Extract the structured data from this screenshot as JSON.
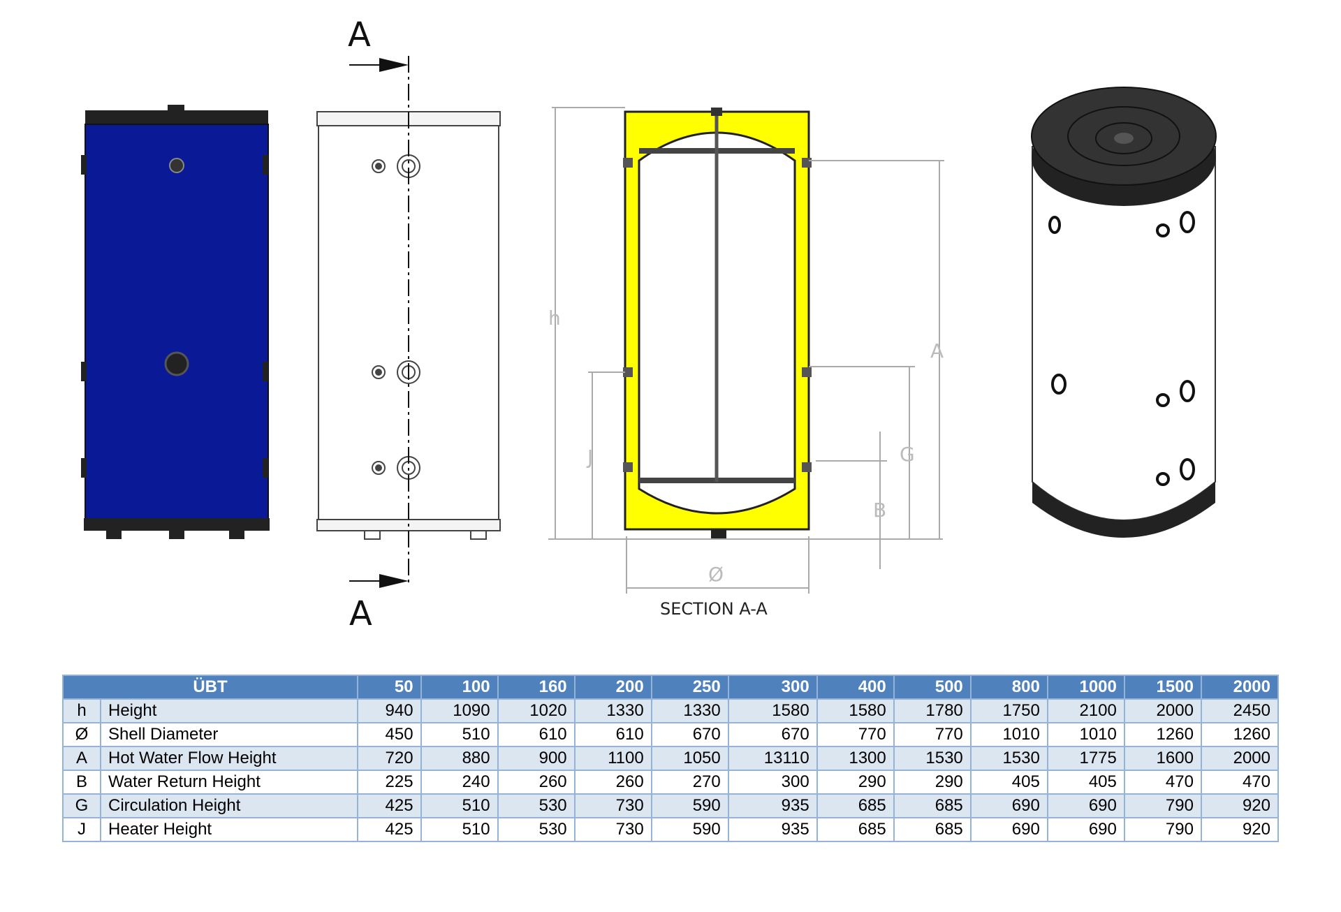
{
  "drawing": {
    "section_marker_top": "A",
    "section_marker_bottom": "A",
    "section_title": "SECTION A-A",
    "dim_h": "h",
    "dim_A": "A",
    "dim_G": "G",
    "dim_J": "J",
    "dim_B": "B",
    "dim_diameter": "Ø",
    "colors": {
      "tank_blue": "#0a1a96",
      "insulation": "#ffff00",
      "dark": "#222222"
    }
  },
  "table": {
    "header": "ÜBT",
    "models": [
      "50",
      "100",
      "160",
      "200",
      "250",
      "300",
      "400",
      "500",
      "800",
      "1000",
      "1500",
      "2000"
    ],
    "rows": [
      {
        "symbol": "h",
        "name": "Height",
        "values": [
          "940",
          "1090",
          "1020",
          "1330",
          "1330",
          "1580",
          "1580",
          "1780",
          "1750",
          "2100",
          "2000",
          "2450"
        ]
      },
      {
        "symbol": "Ø",
        "name": "Shell Diameter",
        "values": [
          "450",
          "510",
          "610",
          "610",
          "670",
          "670",
          "770",
          "770",
          "1010",
          "1010",
          "1260",
          "1260"
        ]
      },
      {
        "symbol": "A",
        "name": "Hot Water Flow Height",
        "values": [
          "720",
          "880",
          "900",
          "1100",
          "1050",
          "13110",
          "1300",
          "1530",
          "1530",
          "1775",
          "1600",
          "2000"
        ]
      },
      {
        "symbol": "B",
        "name": "Water Return Height",
        "values": [
          "225",
          "240",
          "260",
          "260",
          "270",
          "300",
          "290",
          "290",
          "405",
          "405",
          "470",
          "470"
        ]
      },
      {
        "symbol": "G",
        "name": "Circulation Height",
        "values": [
          "425",
          "510",
          "530",
          "730",
          "590",
          "935",
          "685",
          "685",
          "690",
          "690",
          "790",
          "920"
        ]
      },
      {
        "symbol": "J",
        "name": "Heater Height",
        "values": [
          "425",
          "510",
          "530",
          "730",
          "590",
          "935",
          "685",
          "685",
          "690",
          "690",
          "790",
          "920"
        ]
      }
    ]
  }
}
